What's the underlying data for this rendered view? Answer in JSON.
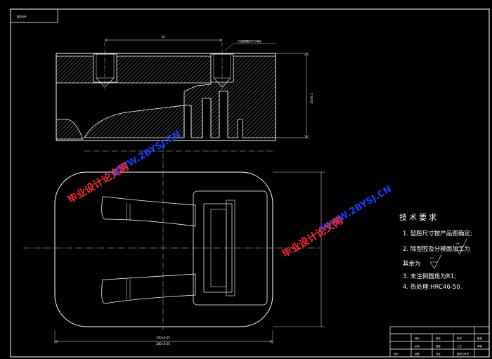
{
  "drawing": {
    "title_tag": "模具代号",
    "top_dim_label": "10",
    "top_dim_note": "孔径按照配作尺寸确定",
    "side_dim_label": "45±0.1",
    "plan_width_label": "240±0.05",
    "plan_width_label_2": "280±0.05"
  },
  "tech_requirements": {
    "title": "技术要求",
    "items": [
      "1. 型腔尺寸按产品图确定;",
      "2. 除型腔及分模面加工为",
      "    其余为",
      "3. 未注倒圆角为R1;",
      "4. 热处理:HRC46-50."
    ],
    "roughness_1": "1.6",
    "roughness_2": "3.2"
  },
  "title_block": {
    "cells": [
      "材料",
      "单位",
      "序号",
      "数量",
      "比例",
      "重量",
      "工艺",
      "审核",
      "标记",
      "处数",
      "分区",
      "更改文件号"
    ]
  },
  "watermarks": {
    "red_text": "毕业设计论文网",
    "blue_text": "WWW.2BYSJ.CN"
  },
  "colors": {
    "background": "#000000",
    "line": "#ffffff",
    "watermark_red": "#ff2a2a",
    "watermark_blue": "#1a3cff"
  }
}
